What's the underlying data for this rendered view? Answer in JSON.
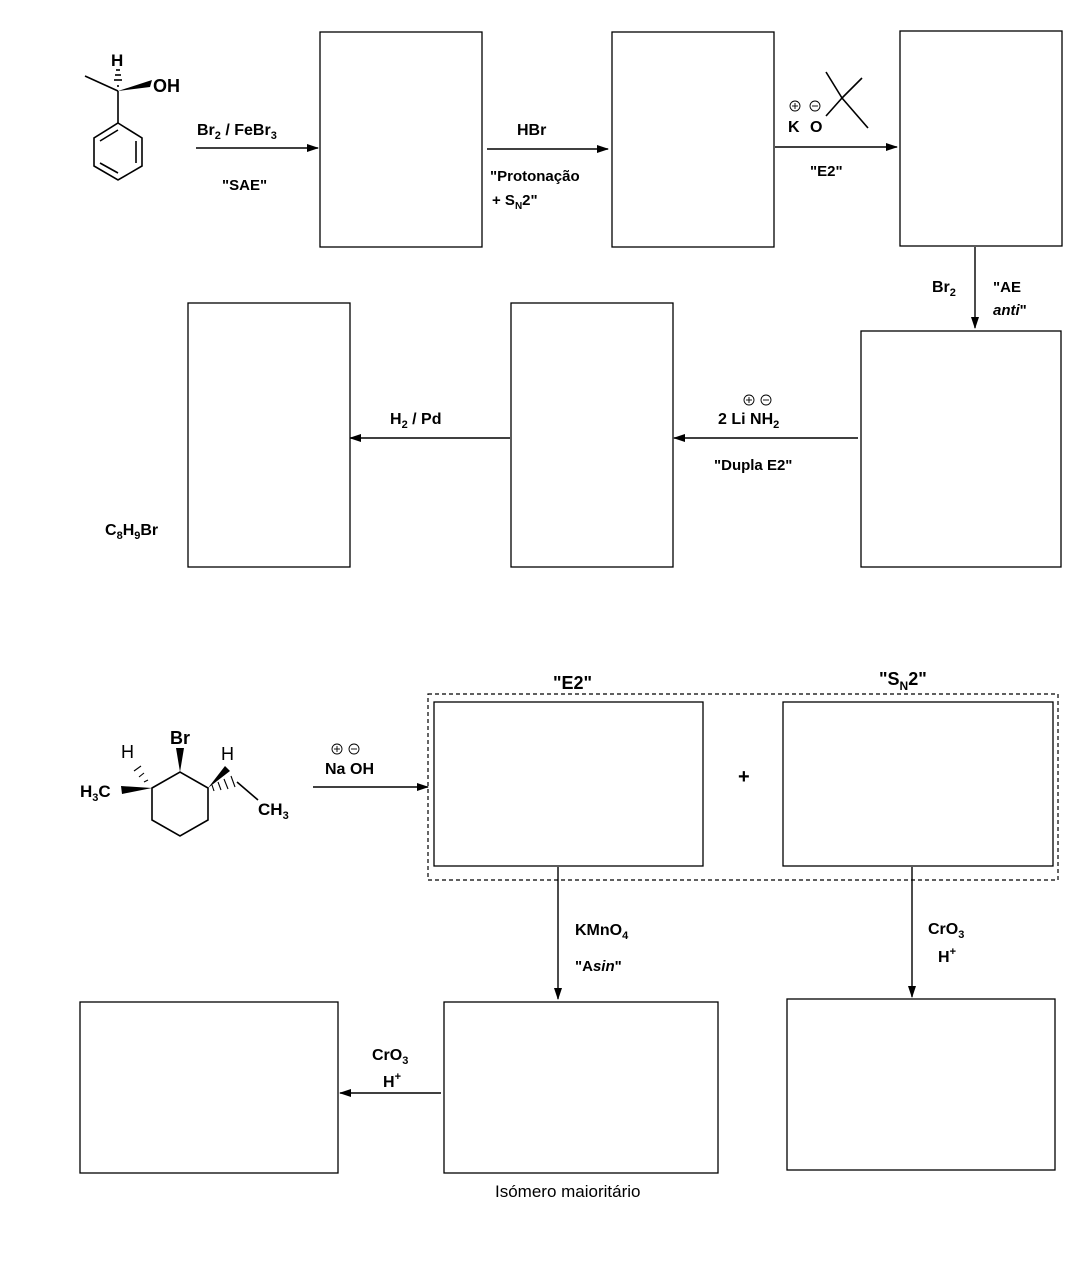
{
  "molecules": {
    "alcohol": {
      "h": "H",
      "oh": "OH"
    },
    "cyclohexane": {
      "br": "Br",
      "h_left": "H",
      "h_right": "H",
      "h3c_main": "H",
      "h3c_sub": "3",
      "h3c_c": "C",
      "ch3_c": "CH",
      "ch3_sub": "3"
    }
  },
  "reagents": {
    "r1": {
      "br2": "Br",
      "br2_sub": "2",
      "slash": " / FeBr",
      "febr3_sub": "3",
      "label": "\"SAE\""
    },
    "r2": {
      "reagent": "HBr",
      "label1": "\"Protonação",
      "label2_pre": "+ S",
      "label2_sub": "N",
      "label2_post": "2\""
    },
    "r3": {
      "k": "K",
      "o": "O",
      "label": "\"E2\""
    },
    "r4": {
      "br2": "Br",
      "br2_sub": "2",
      "label1": "\"AE",
      "label2": "anti",
      "label2_quote": "\""
    },
    "r5": {
      "pre": "2 Li NH",
      "sub": "2",
      "label": "\"Dupla E2\""
    },
    "r6": {
      "h": "H",
      "h_sub": "2",
      "rest": " / Pd"
    },
    "r7": {
      "na": "Na",
      "oh": "OH"
    },
    "r8": {
      "pre": "KMnO",
      "sub": "4",
      "label_pre": "\"A",
      "label_it": "sin",
      "label_post": "\""
    },
    "r9": {
      "cr": "CrO",
      "cr_sub": "3",
      "h": "H",
      "h_sup": "+"
    },
    "r10": {
      "cr": "CrO",
      "cr_sub": "3",
      "h": "H",
      "h_sup": "+"
    }
  },
  "labels": {
    "formula": {
      "c": "C",
      "c_sub": "8",
      "h": "H",
      "h_sub": "9",
      "br": "Br"
    },
    "e2_header": "\"E2\"",
    "sn2_header": {
      "pre": "\"S",
      "sub": "N",
      "post": "2\""
    },
    "plus": "+",
    "majority_isomer": "Isómero maioritário"
  }
}
